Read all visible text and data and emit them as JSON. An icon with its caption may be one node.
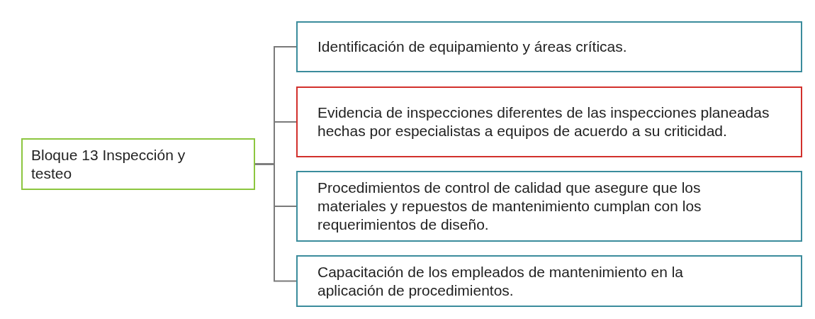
{
  "diagram": {
    "nodes": [
      {
        "text": [
          "Bloque 13 Inspección y testeo"
        ]
      },
      {
        "text": [
          "Identificación de equipamiento y áreas críticas."
        ]
      },
      {
        "text": [
          "Evidencia de inspecciones diferentes de las inspecciones planeadas hechas por especialistas a equipos de acuerdo a su criticidad."
        ]
      },
      {
        "text": [
          "Procedimientos de control de calidad que asegure que los materiales y repuestos de mantenimiento cumplan con los requerimientos de diseño."
        ]
      },
      {
        "text": [
          "Capacitación de los empleados de mantenimiento en la aplicación de procedimientos."
        ]
      }
    ],
    "edges": [
      {
        "from": 0,
        "to": 1,
        "arrow": "none"
      },
      {
        "from": 0,
        "to": 2,
        "arrow": "none"
      },
      {
        "from": 0,
        "to": 3,
        "arrow": "none"
      },
      {
        "from": 0,
        "to": 4,
        "arrow": "none"
      }
    ]
  }
}
